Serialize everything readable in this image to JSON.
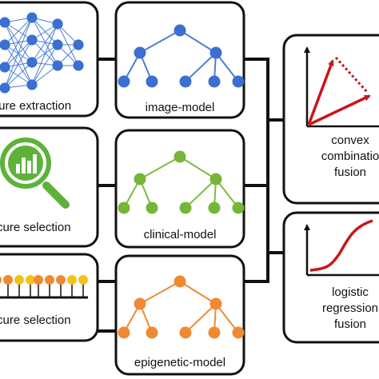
{
  "colors": {
    "frame": "#111111",
    "blue": "#3b6fd1",
    "blue_line": "#4a7fd6",
    "green": "#76b53a",
    "green_line": "#7dbb3f",
    "green_icon": "#5db23a",
    "orange": "#f08a32",
    "orange_line": "#f08a32",
    "yellow": "#f2c21b",
    "red": "#c8161d"
  },
  "left_panels": [
    {
      "caption": "ture extraction",
      "icon": "neural-network-icon"
    },
    {
      "caption": "cure selection",
      "icon": "magnifier-barchart-icon"
    },
    {
      "caption": "cure selection",
      "icon": "lollipop-markers-icon"
    }
  ],
  "models": [
    {
      "caption": "image-model",
      "color_key": "blue",
      "icon": "tree-icon"
    },
    {
      "caption": "clinical-model",
      "color_key": "green",
      "icon": "tree-icon"
    },
    {
      "caption": "epigenetic-model",
      "color_key": "orange",
      "icon": "tree-icon"
    }
  ],
  "fusions": [
    {
      "line1": "convex",
      "line2": "combinatio",
      "line3": "fusion",
      "icon": "vector-triangle-icon"
    },
    {
      "line1": "logistic",
      "line2": "regression",
      "line3": "fusion",
      "icon": "sigmoid-curve-icon"
    }
  ]
}
